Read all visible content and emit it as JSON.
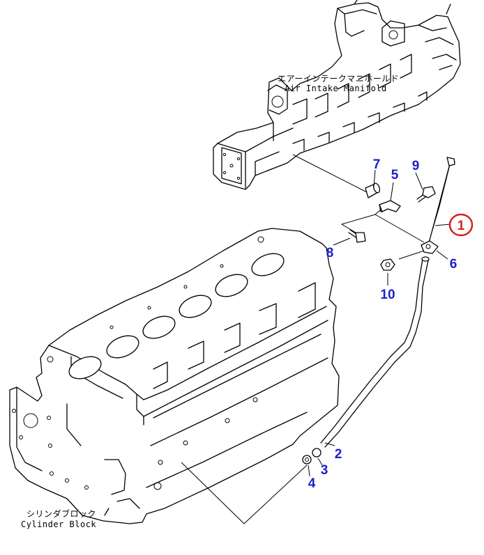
{
  "labels": {
    "manifold_jp": "エアーインテークマニホールド",
    "manifold_en": "Air Intake Manifold",
    "block_jp": "シリンダブロック",
    "block_en": "Cylinder Block"
  },
  "callouts": {
    "p1": "1",
    "p2": "2",
    "p3": "3",
    "p4": "4",
    "p5": "5",
    "p6": "6",
    "p7": "7",
    "p8": "8",
    "p9": "9",
    "p10": "10"
  },
  "colors": {
    "callout": "#1c1fc9",
    "highlight": "#d42020",
    "line": "#000000"
  }
}
